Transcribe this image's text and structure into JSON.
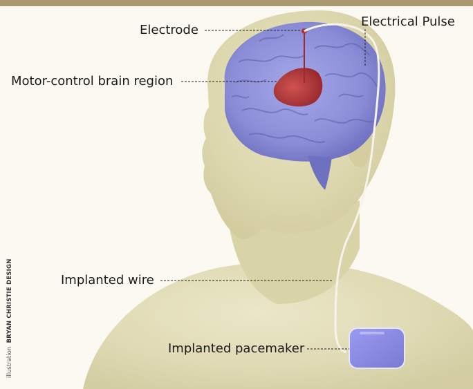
{
  "colors": {
    "top_bar": "#a89a6e",
    "background": "#fbf9f1",
    "skin": "#dcd6ad",
    "brain": "#8c8ed6",
    "motor_region": "#b0353a",
    "pacemaker": "#8a8ae0"
  },
  "labels": {
    "electrode": "Electrode",
    "electrical_pulse": "Electrical Pulse",
    "motor_region": "Motor-control brain region",
    "implanted_wire": "Implanted wire",
    "implanted_pacemaker": "Implanted pacemaker"
  },
  "credit": {
    "prefix": "illustration",
    "name": "BRYAN CHRISTIE DESIGN"
  }
}
